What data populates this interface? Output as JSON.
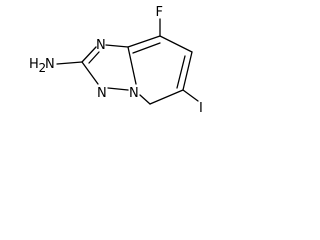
{
  "molecule": {
    "atoms": {
      "fluorine": "F",
      "iodine": "I",
      "amine": "H",
      "amine_sub": "2",
      "amine_n": "N",
      "ring_n_top": "N",
      "ring_n_bottom": "N",
      "ring_n_bridge": "N"
    }
  }
}
